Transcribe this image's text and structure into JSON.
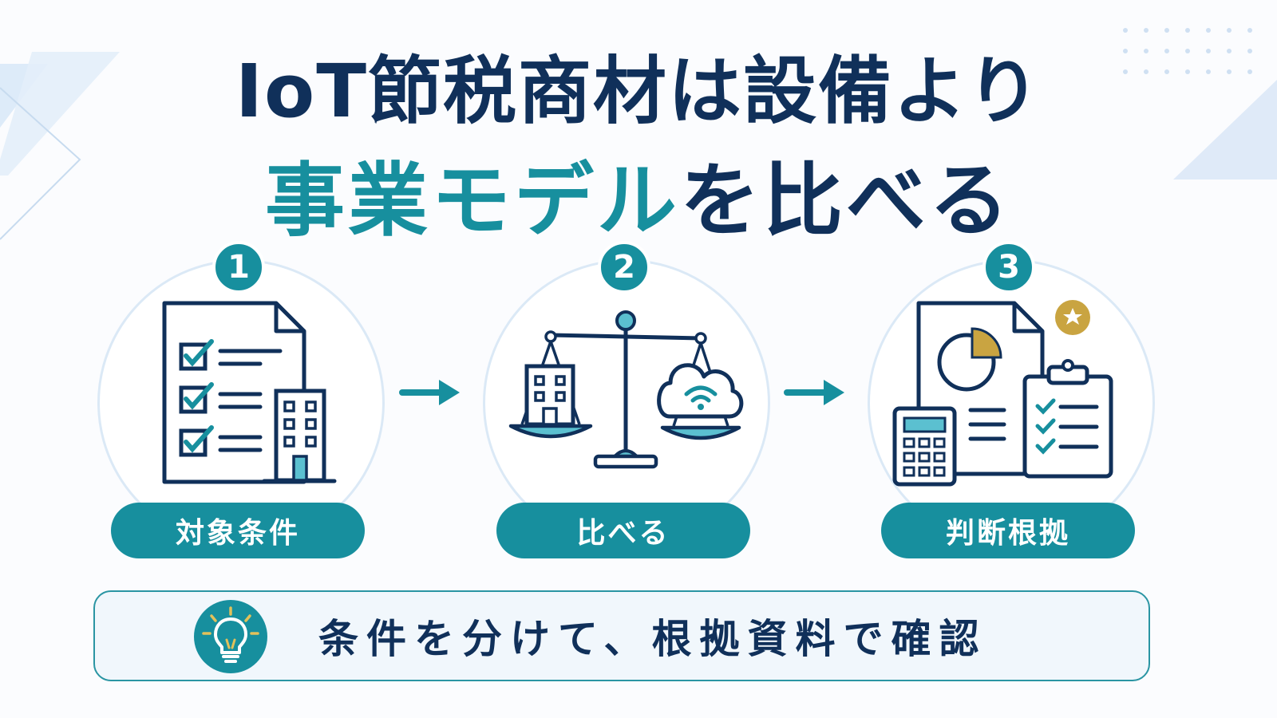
{
  "title": {
    "line1": "IoT節税商材は設備より",
    "line2_accent": "事業モデル",
    "line2_rest": "を比べる"
  },
  "steps": [
    {
      "number": "1",
      "label": "対象条件",
      "icon": "checklist-document-building-icon"
    },
    {
      "number": "2",
      "label": "比べる",
      "icon": "balance-scale-building-cloud-icon"
    },
    {
      "number": "3",
      "label": "判断根拠",
      "icon": "report-calculator-clipboard-icon"
    }
  ],
  "summary": {
    "text": "条件を分けて、根拠資料で確認",
    "icon": "lightbulb-icon"
  },
  "colors": {
    "navy": "#10305a",
    "teal": "#178f9e",
    "light_teal": "#5bc0d0",
    "gold": "#c9a441",
    "ring": "#dbe9f6",
    "background": "#fbfcfe"
  }
}
